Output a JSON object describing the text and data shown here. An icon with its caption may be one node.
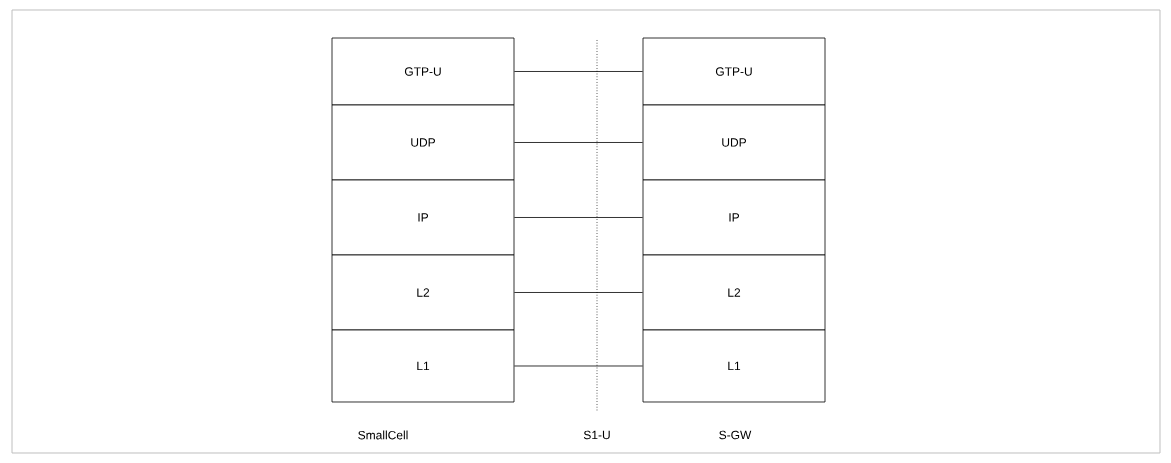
{
  "diagram": {
    "nodes": [
      {
        "text": [
          "GTP-U"
        ]
      },
      {
        "text": [
          "UDP"
        ]
      },
      {
        "text": [
          "IP"
        ]
      },
      {
        "text": [
          "L2"
        ]
      },
      {
        "text": [
          "L1"
        ]
      },
      {
        "text": [
          "GTP-U"
        ]
      },
      {
        "text": [
          "UDP"
        ]
      },
      {
        "text": [
          "IP"
        ]
      },
      {
        "text": [
          "L2"
        ]
      },
      {
        "text": [
          "L1"
        ]
      }
    ],
    "edges": [
      {
        "from": 0,
        "to": 5,
        "arrow": "none"
      },
      {
        "from": 1,
        "to": 6,
        "arrow": "none"
      },
      {
        "from": 2,
        "to": 7,
        "arrow": "none"
      },
      {
        "from": 3,
        "to": 8,
        "arrow": "none"
      },
      {
        "from": 4,
        "to": 9,
        "arrow": "none"
      }
    ],
    "labels": [
      "SmallCell",
      "S1-U",
      "S-GW"
    ]
  }
}
